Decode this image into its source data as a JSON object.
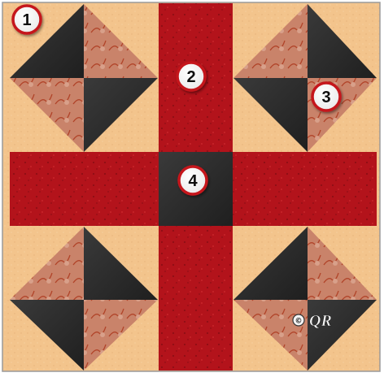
{
  "colors": {
    "background": "#f3c48c",
    "black_fabric": "#2c2c2c",
    "red_fabric": "#b3131b",
    "print_fabric": "#c9836a",
    "badge_ring": "#c5141a",
    "badge_fill": "#ffffff",
    "badge_text": "#111111"
  },
  "badges": [
    {
      "label": "1"
    },
    {
      "label": "2"
    },
    {
      "label": "3"
    },
    {
      "label": "4"
    }
  ],
  "watermark": {
    "copyright_symbol": "©",
    "initials": "QR"
  }
}
